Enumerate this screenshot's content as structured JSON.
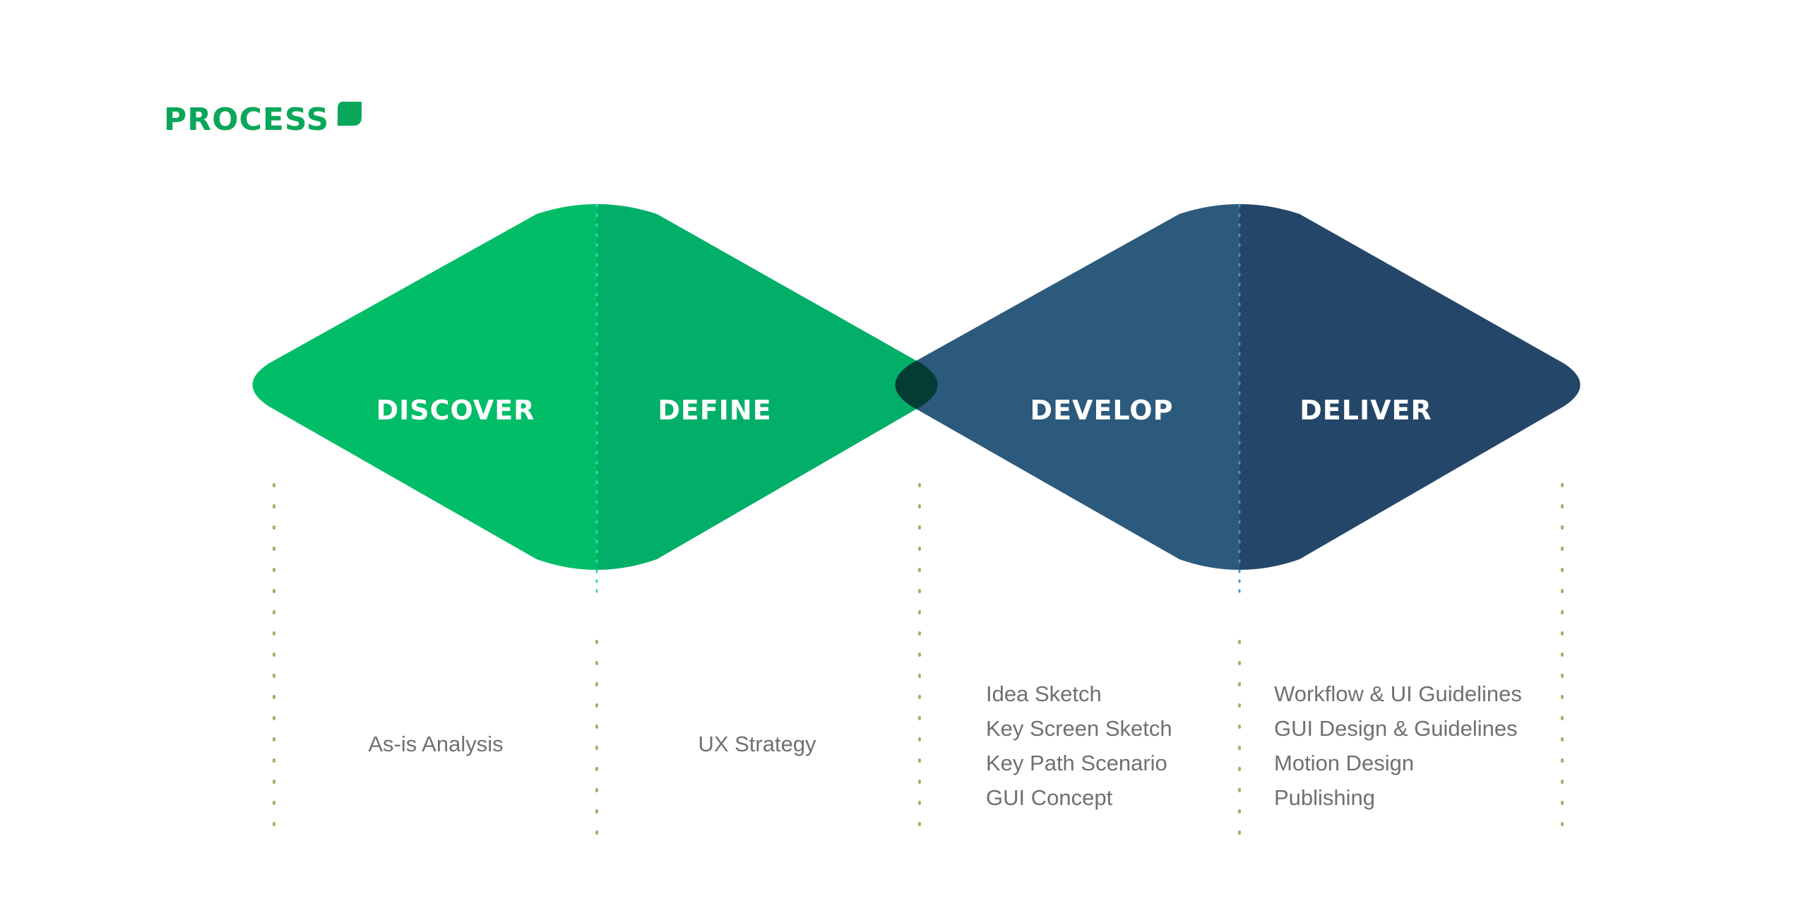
{
  "title": "PROCESS",
  "colors": {
    "title_green": "#0aa75a",
    "discover": "#02bd67",
    "define": "#02af68",
    "overlap": "#023c33",
    "develop": "#2b5a7c",
    "deliver": "#244669",
    "text_gray": "#707070",
    "divider_dots": "#9db46b"
  },
  "phases": [
    {
      "label": "DISCOVER",
      "deliverables": [
        "As-is Analysis"
      ]
    },
    {
      "label": "DEFINE",
      "deliverables": [
        "UX Strategy"
      ]
    },
    {
      "label": "DEVELOP",
      "deliverables": [
        "Idea Sketch",
        "Key Screen Sketch",
        "Key Path Scenario",
        "GUI Concept"
      ]
    },
    {
      "label": "DELIVER",
      "deliverables": [
        "Workflow & UI Guidelines",
        "GUI Design & Guidelines",
        "Motion Design",
        "Publishing"
      ]
    }
  ]
}
